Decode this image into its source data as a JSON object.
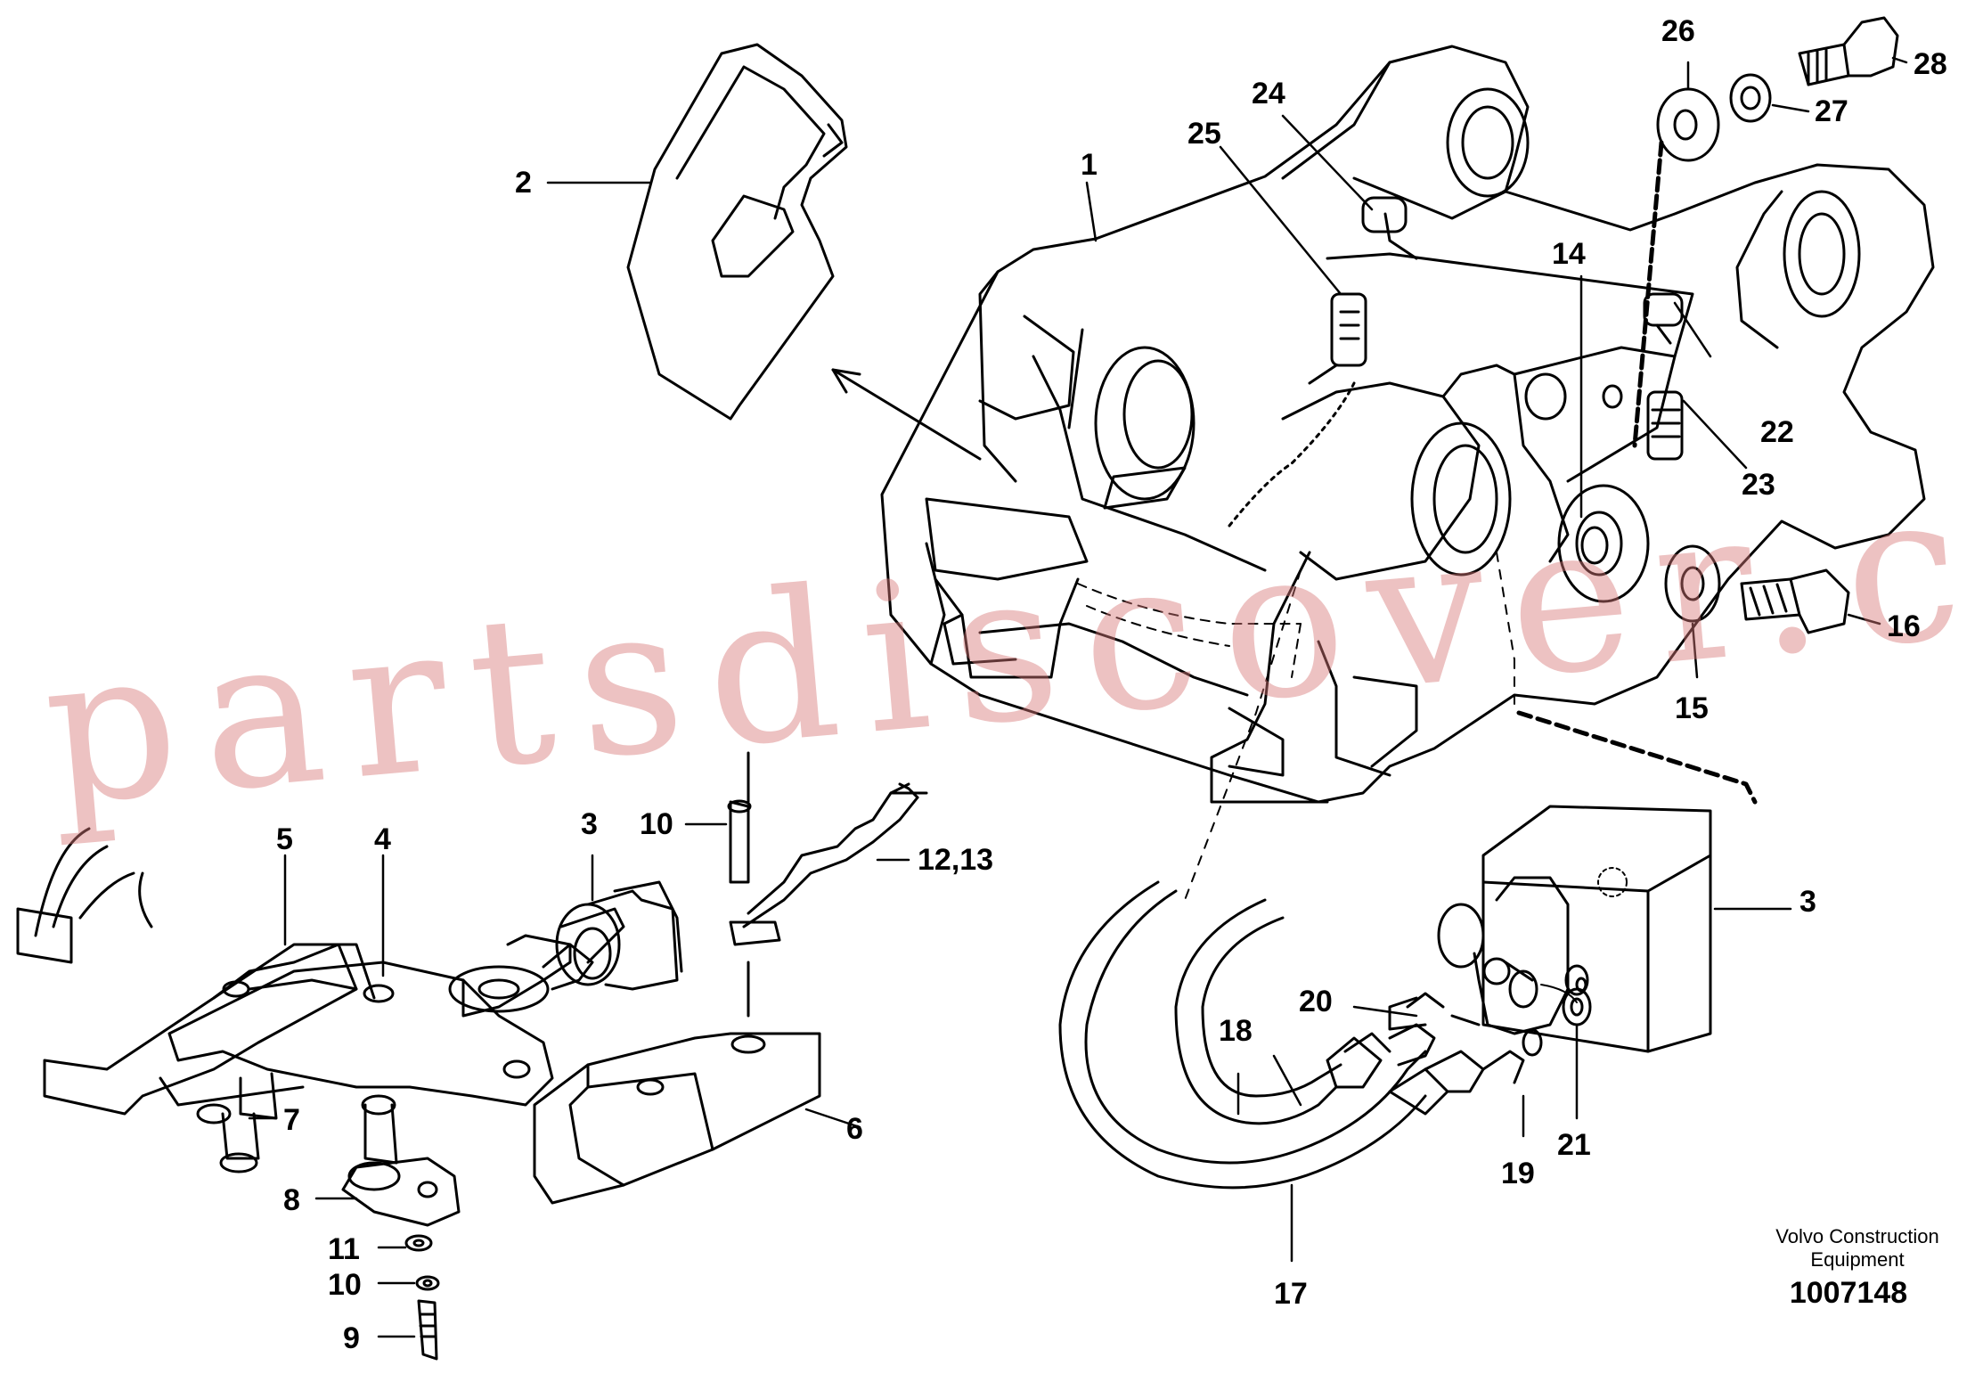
{
  "diagram": {
    "watermark": "partsdiscover.com",
    "caption": {
      "company_line1": "Volvo Construction",
      "company_line2": "Equipment",
      "drawing_number": "1007148"
    },
    "callouts": {
      "c1": "1",
      "c2": "2",
      "c3a": "3",
      "c3b": "3",
      "c4": "4",
      "c5": "5",
      "c6": "6",
      "c7": "7",
      "c8": "8",
      "c9": "9",
      "c10a": "10",
      "c10b": "10",
      "c11": "11",
      "c12": "12,13",
      "c14": "14",
      "c15": "15",
      "c16": "16",
      "c17": "17",
      "c18": "18",
      "c19": "19",
      "c20": "20",
      "c21": "21",
      "c22": "22",
      "c23": "23",
      "c24": "24",
      "c25": "25",
      "c26": "26",
      "c27": "27",
      "c28": "28"
    }
  }
}
